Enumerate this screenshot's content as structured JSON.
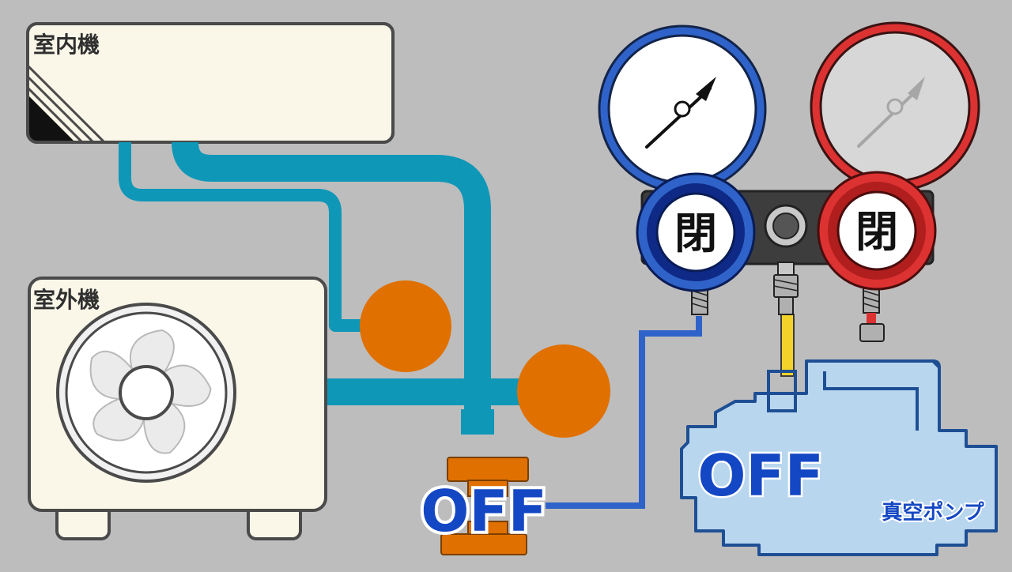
{
  "labels": {
    "indoor_unit": "室内機",
    "outdoor_unit": "室外機",
    "vacuum_pump": "真空ポンプ"
  },
  "low_gauge_valve": {
    "label": "閉",
    "color": "#2f63c9"
  },
  "high_gauge_valve": {
    "label": "閉",
    "color": "#dd3232"
  },
  "cylinder_status": {
    "label": "OFF",
    "color": "#1447c4"
  },
  "pump_status": {
    "label": "OFF",
    "color": "#1447c4"
  },
  "colors": {
    "background": "#bdbdbd",
    "unit_body": "#faf7e9",
    "pipe": "#0f97b8",
    "service_valve": "#e07000",
    "low_hose": "#2f63c9",
    "center_hose": "#f4d22a",
    "pump_body": "#b9d6ef"
  }
}
